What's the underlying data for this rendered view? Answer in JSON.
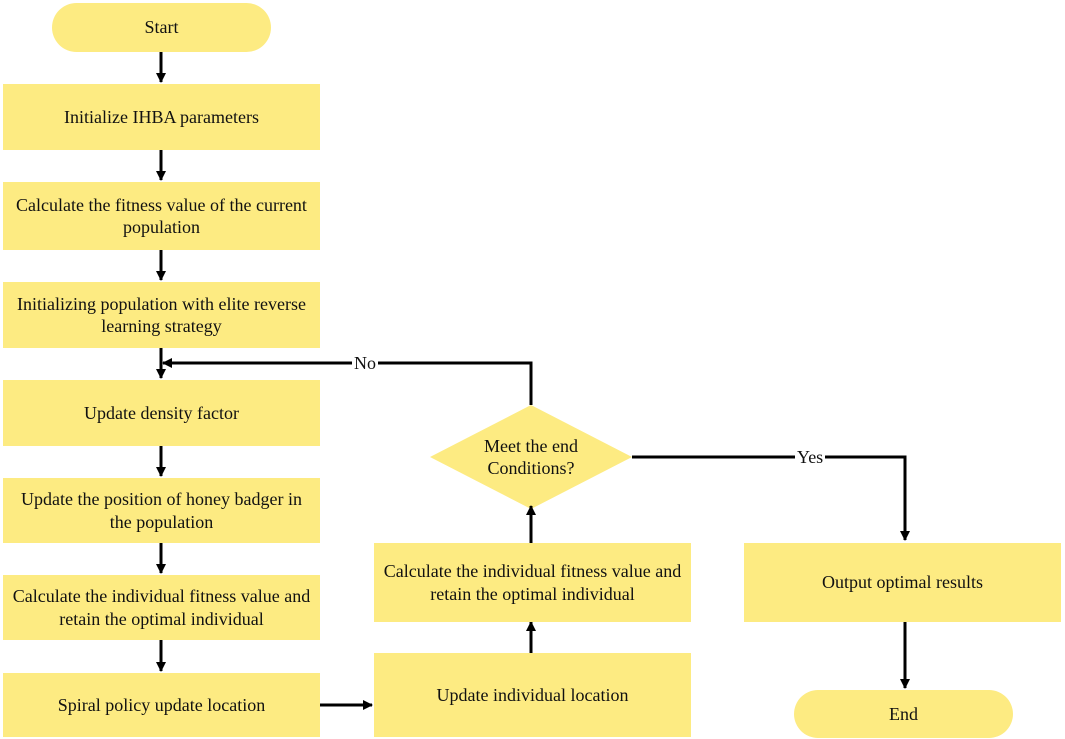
{
  "nodes": {
    "start": "Start",
    "init_params": "Initialize IHBA parameters",
    "calc_fitness": "Calculate the fitness value of the current population",
    "elite_init": "Initializing population with elite reverse learning strategy",
    "density": "Update density factor",
    "honey_badger": "Update the position of honey badger in the population",
    "ind_fitness_left": "Calculate the individual fitness value and retain the optimal individual",
    "spiral": "Spiral policy update location",
    "update_ind": "Update individual location",
    "ind_fitness_mid": "Calculate the individual fitness value and retain the optimal individual",
    "decision": "Meet the end Conditions?",
    "output": "Output optimal results",
    "end": "End"
  },
  "edge_labels": {
    "no": "No",
    "yes": "Yes"
  },
  "colors": {
    "fill": "#fdeb82",
    "line": "#000000"
  }
}
